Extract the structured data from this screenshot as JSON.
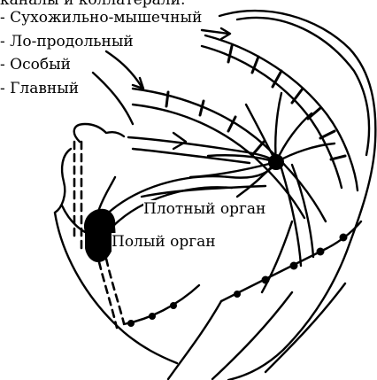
{
  "header": {
    "caption": "каналы и коллатерали:"
  },
  "legend": {
    "items": [
      {
        "label": "- Сухожильно-мышечный"
      },
      {
        "label": "- Ло-продольный"
      },
      {
        "label": "- Особый"
      },
      {
        "label": "- Главный"
      }
    ]
  },
  "organs": {
    "dense": "Плотный орган",
    "hollow": "Полый орган"
  },
  "colors": {
    "ink": "#000000",
    "paper": "#ffffff"
  }
}
